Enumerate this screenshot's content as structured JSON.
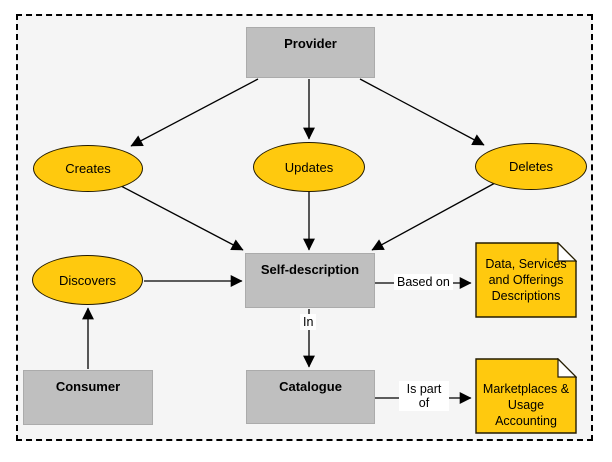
{
  "nodes": {
    "provider": "Provider",
    "creates": "Creates",
    "updates": "Updates",
    "deletes": "Deletes",
    "self_description": "Self-description",
    "discovers": "Discovers",
    "consumer": "Consumer",
    "catalogue": "Catalogue"
  },
  "notes": {
    "data_services": "Data, Services and Offerings Descriptions",
    "marketplaces": "Marketplaces & Usage Accounting"
  },
  "edge_labels": {
    "based_on": "Based on",
    "in": "In",
    "is_part_of": "Is part of"
  },
  "colors": {
    "canvas_fill": "#f5f5f5",
    "box_fill": "#bfbfbf",
    "ellipse_fill": "#ffc90e",
    "note_fill": "#ffc90e",
    "line": "#000000"
  }
}
